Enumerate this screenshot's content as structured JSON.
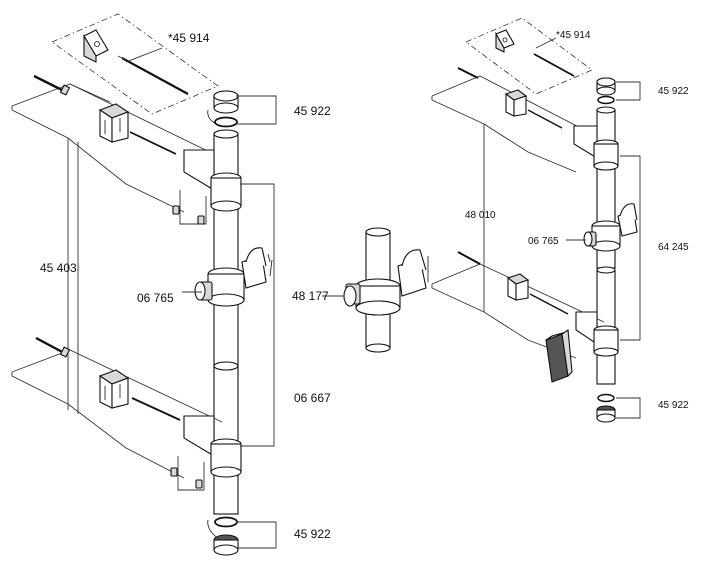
{
  "labels": {
    "left_kit_top": "*45 914",
    "left_endcap_top": "45 922",
    "left_kit_total": "45 403",
    "left_slider": "06 765",
    "left_rail": "06 667",
    "left_endcap_bottom": "45 922",
    "middle_slider": "48 177",
    "right_kit_top": "*45 914",
    "right_endcap_top": "45 922",
    "right_kit_total": "48 010",
    "right_slider": "06 765",
    "right_rail": "64 245",
    "right_endcap_bottom": "45 922"
  }
}
